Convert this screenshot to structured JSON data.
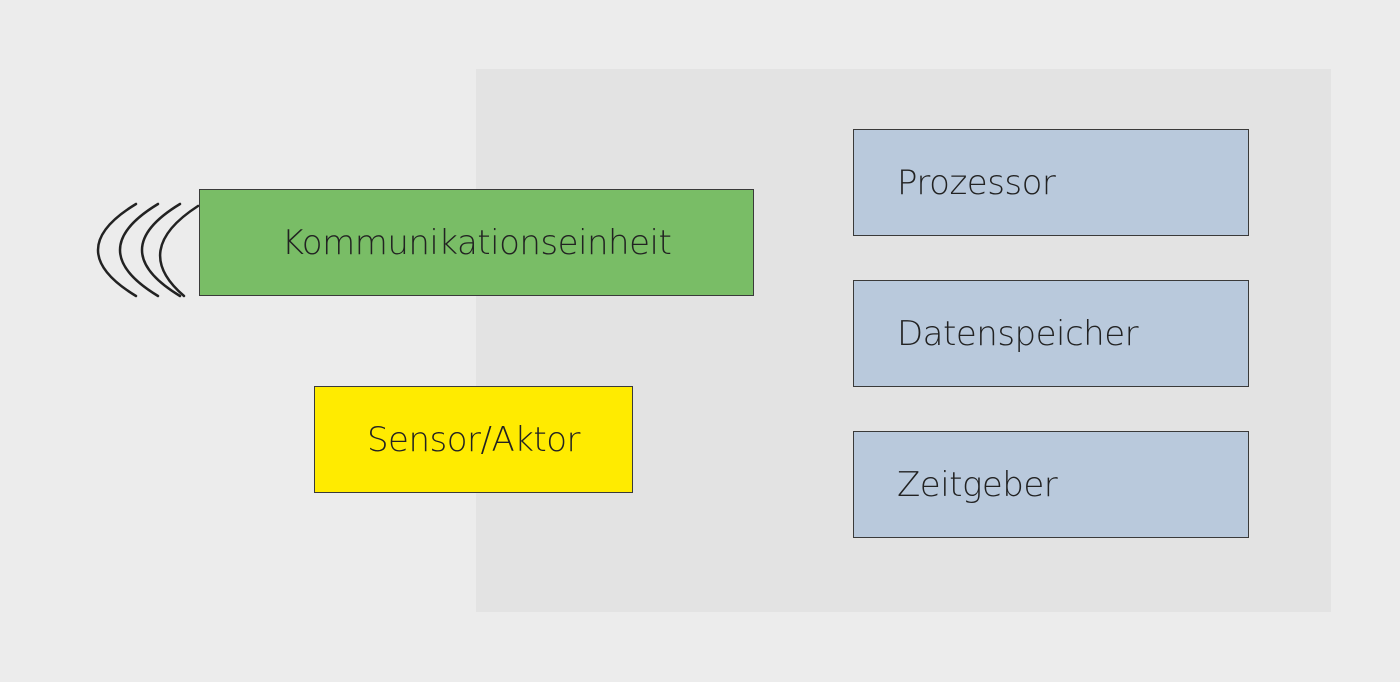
{
  "diagram": {
    "communication_unit": {
      "label": "Kommunikationseinheit",
      "color": "#79bd66"
    },
    "sensor_actuator": {
      "label": "Sensor/Aktor",
      "color": "#ffeb00"
    },
    "processor": {
      "label": "Prozessor",
      "color": "#b9c9dc"
    },
    "data_storage": {
      "label": "Datenspeicher",
      "color": "#b9c9dc"
    },
    "timer": {
      "label": "Zeitgeber",
      "color": "#b9c9dc"
    },
    "wireless_icon": "radio-waves-icon",
    "background_color": "#ececec",
    "panel_color": "#e3e3e3"
  }
}
